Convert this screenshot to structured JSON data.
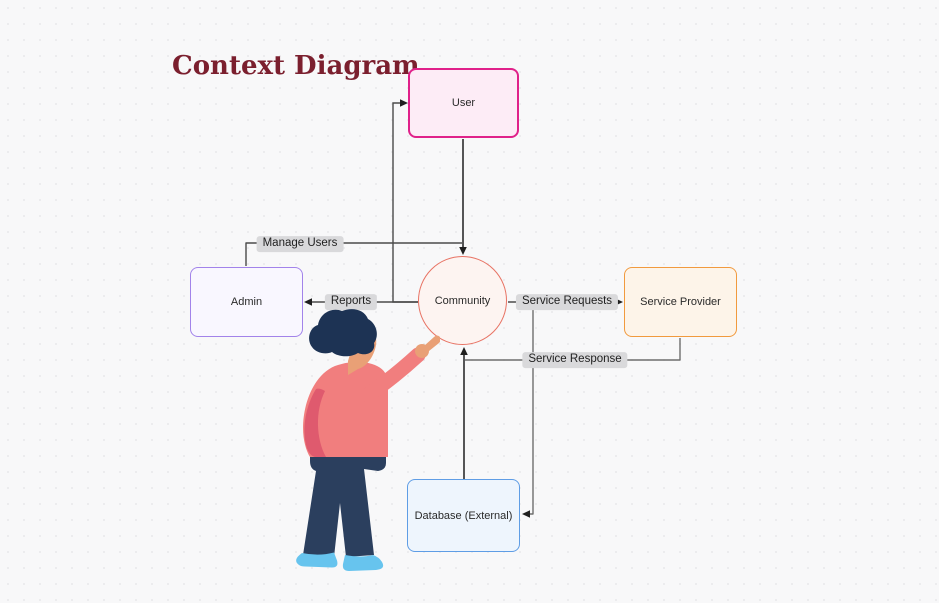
{
  "page": {
    "title": "Context Diagram"
  },
  "colors": {
    "title": "#7b1f2e",
    "user_border": "#e0218a",
    "user_fill": "#fdecf6",
    "admin_border": "#a283ea",
    "admin_fill": "#f9f7ff",
    "community_border": "#e87364",
    "community_fill": "#fdf4f1",
    "service_provider_border": "#f19a3e",
    "service_provider_fill": "#fdf4e9",
    "database_border": "#5f9de5",
    "database_fill": "#eef5fd",
    "edge_dark": "#1f1f1f",
    "edge_mid": "#4a4a4a",
    "edge_light": "#6e6e6e",
    "edge_label_bg": "#d9d9db",
    "illustration_sweater": "#f17e7e",
    "illustration_sweater_shade": "#df5a6e",
    "illustration_skin": "#e9a076",
    "illustration_hair": "#1d3354",
    "illustration_pants": "#2b3f5e",
    "illustration_shoes": "#67c4ee"
  },
  "nodes": {
    "user": {
      "label": "User"
    },
    "admin": {
      "label": "Admin"
    },
    "community": {
      "label": "Community"
    },
    "service_provider": {
      "label": "Service Provider"
    },
    "database": {
      "label": "Database (External)"
    }
  },
  "edge_labels": {
    "manage_users": "Manage Users",
    "reports": "Reports",
    "service_requests": "Service Requests",
    "service_response": "Service Response"
  }
}
